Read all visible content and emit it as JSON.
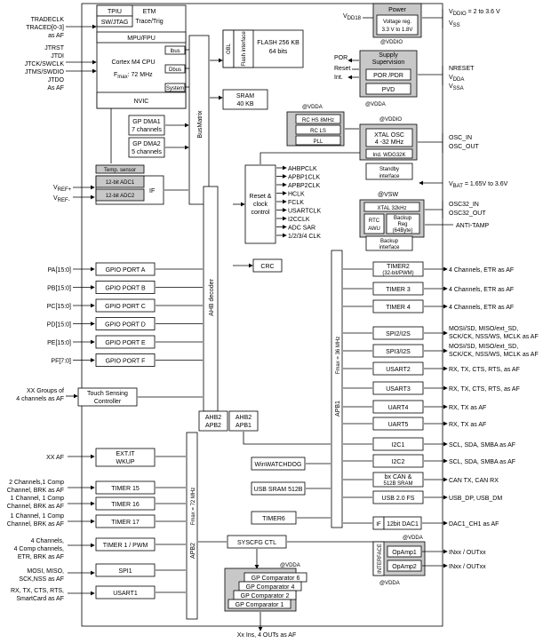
{
  "left_signals": {
    "tradeclk": "TRADECLK",
    "traced": "TRACED[0-3]",
    "as_af_1": "as AF",
    "jtrst": "JTRST",
    "jtdi": "JTDI",
    "jtck": "JTCK/SWCLK",
    "jtms": "JTMS/SWDIO",
    "jtdo": "JTDO",
    "as_af_2": "As AF",
    "vref_plus": "V",
    "vref_plus_sub": "REF+",
    "vref_minus": "V",
    "vref_minus_sub": "REF-",
    "pa": "PA[15:0]",
    "pb": "PB[15:0]",
    "pc": "PC[15:0]",
    "pd": "PD[15:0]",
    "pe": "PE[15:0]",
    "pf": "PF[7:0]",
    "touch_1": "XX Groups of",
    "touch_2": "4 channels as AF",
    "xx_af": "XX AF",
    "t15_1": "2 Channels,1 Comp",
    "t15_2": "Channel, BRK as AF",
    "t16_1": "1 Channel, 1 Comp",
    "t16_2": "Channel, BRK as AF",
    "t17_1": "1 Channel, 1 Comp",
    "t17_2": "Channel, BRK as AF",
    "t1_1": "4 Channels,",
    "t1_2": "4 Comp channels,",
    "t1_3": "ETR, BRK as AF",
    "spi1_1": "MOSI, MISO,",
    "spi1_2": "SCK,NSS as AF",
    "usart1_1": "RX, TX, CTS, RTS,",
    "usart1_2": "SmartCard as AF"
  },
  "core": {
    "tpiu": "TPIU",
    "etm": "ETM",
    "swjtag": "SW/JTAG",
    "trace_trig": "Trace/Trig",
    "mpu": "MPU/FPU",
    "cpu": "Cortex M4 CPU",
    "fmax_label": "F",
    "fmax_sub": "max",
    "fmax_value": ": 72 MHz",
    "nvic": "NVIC",
    "ibus": "Ibus",
    "dbus": "Dbus",
    "system": "System",
    "busmatrix": "BusMatrix",
    "obl": "OBL",
    "flash_if": "Flash interface",
    "flash": "FLASH 256 KB",
    "flash_bits": "64 bits",
    "sram": "SRAM",
    "sram_size": "40 KB"
  },
  "dma": {
    "dma1": "GP DMA1",
    "dma1_ch": "7 channels",
    "dma2": "GP DMA2",
    "dma2_ch": "5 channels"
  },
  "adc": {
    "temp": "Temp. sensor",
    "adc1": "12-bit ADC1",
    "adc2": "12-bit ADC2",
    "if": "IF"
  },
  "gpio": [
    "GPIO PORT A",
    "GPIO PORT B",
    "GPIO PORT C",
    "GPIO PORT D",
    "GPIO PORT E",
    "GPIO PORT F"
  ],
  "ahb_decoder": "AHB decoder",
  "touch": {
    "l1": "Touch Sensing",
    "l2": "Controller"
  },
  "extit": {
    "l1": "EXT.IT",
    "l2": "WKUP"
  },
  "apb2_timers": [
    "TIMER 15",
    "TIMER 16",
    "TIMER 17"
  ],
  "timer1": "TIMER 1 / PWM",
  "spi1": "SPI1",
  "usart1": "USART1",
  "apb2_bus": "APB2",
  "apb2_f": "F",
  "apb2_f_sub": "max",
  "apb2_f_val": " = 72 MHz",
  "bridges": {
    "a1": "AHB2",
    "a2": "APB2",
    "b1": "AHB2",
    "b2": "APB1"
  },
  "clocks": {
    "rc8": "RC HS 8MHz",
    "rcls": "RC LS",
    "pll": "PLL",
    "vdda": "@V",
    "vdda_sub": "DDA",
    "reset_1": "Reset &",
    "reset_2": "clock",
    "reset_3": "control",
    "list": [
      "AHBPCLK",
      "APBP1CLK",
      "APBP2CLK",
      "HCLK",
      "FCLK",
      "USARTCLK",
      "I2CCLK",
      "ADC SAR",
      "1/2/3/4 CLK"
    ]
  },
  "crc": "CRC",
  "power": {
    "title": "Power",
    "vdd18": "V",
    "vdd18_sub": "DD18",
    "reg1": "Voltage reg.",
    "reg2": "3.3 V to 1.8V",
    "vddio_at": "@V",
    "vddio_sub": "DDIO",
    "vddio": "V",
    "vddio_r_sub": "DDIO",
    "vddio_val": " = 2 to 3.6 V",
    "vss": "V",
    "vss_sub": "SS"
  },
  "supervision": {
    "title1": "Supply",
    "title2": "Supervision",
    "por": "POR",
    "reset": "Reset",
    "int": "Int.",
    "porpdr": "POR /PDR",
    "pvd": "PVD",
    "vdda_at": "@V",
    "vdda_sub": "DDA",
    "nreset": "NRESET",
    "vdda": "V",
    "vdda_r_sub": "DDA",
    "vssa": "V",
    "vssa_sub": "SSA"
  },
  "xtal": {
    "at": "@V",
    "at_sub": "DDIO",
    "osc1": "XTAL OSC",
    "osc2": "4 -32 MHz",
    "wdg": "Ind. WDG32K",
    "standby1": "Standby",
    "standby2": "interface",
    "osc_in": "OSC_IN",
    "osc_out": "OSC_OUT"
  },
  "vbat": {
    "label": "V",
    "sub": "BAT",
    "val": " = 1.65V to 3.6V",
    "vsw": "@VSW",
    "xtal32": "XTAL 32kHz",
    "rtc": "RTC",
    "awu": "AWU",
    "backup1": "Backup",
    "backup2": "Reg",
    "backup3": "(64Byte)",
    "bk_if1": "Backup",
    "bk_if2": "interface",
    "osc32_in": "OSC32_IN",
    "osc32_out": "OSC32_OUT",
    "anti_tamp": "ANTI-TAMP"
  },
  "apb1_bus": "APB1",
  "apb1_f": "F",
  "apb1_f_sub": "max",
  "apb1_f_val": " = 36 MHz",
  "apb1_periph": [
    {
      "name": "TIMER2",
      "name2": "(32-bit/PWM)",
      "sig": "4 Channels, ETR as AF"
    },
    {
      "name": "TIMER 3",
      "sig": "4 Channels, ETR as AF"
    },
    {
      "name": "TIMER 4",
      "sig": "4 Channels, ETR as AF"
    },
    {
      "name": "SPI2/I2S",
      "sig": "MOSI/SD, MISO/ext_SD,",
      "sig2": "SCK/CK, NSS/WS, MCLK as AF"
    },
    {
      "name": "SPI3/I2S",
      "sig": "MOSI/SD, MISO/ext_SD,",
      "sig2": "SCK/CK, NSS/WS, MCLK as AF"
    },
    {
      "name": "USART2",
      "sig": "RX, TX, CTS, RTS, as AF"
    },
    {
      "name": "USART3",
      "sig": "RX, TX, CTS, RTS, as AF"
    },
    {
      "name": "UART4",
      "sig": "RX, TX as AF"
    },
    {
      "name": "UART5",
      "sig": "RX, TX as AF"
    },
    {
      "name": "I2C1",
      "sig": "SCL, SDA, SMBA as AF"
    },
    {
      "name": "I2C2",
      "sig": "SCL, SDA, SMBA as AF"
    },
    {
      "name": "bx CAN &",
      "name2": "512B SRAM",
      "sig": "CAN TX, CAN RX"
    },
    {
      "name": "USB 2.0 FS",
      "sig": "USB_DP, USB_DM"
    }
  ],
  "dac": {
    "if": "IF",
    "name": "12bit DAC1",
    "sig": "DAC1_CH1 as AF"
  },
  "winwdg": "WinWATCHDOG",
  "usbsram": "USB SRAM 512B",
  "timer6": "TIMER6",
  "syscfg": "SYSCFG CTL",
  "comparators": {
    "at": "@V",
    "at_sub": "DDA",
    "list": [
      "GP Comparator 6",
      "GP Comparator 4",
      "GP Comparator 2",
      "GP Comparator 1"
    ],
    "bottom": "Xx Ins, 4 OUTs as AF"
  },
  "opamp": {
    "at": "@V",
    "at_sub": "DDA",
    "interface": "INTERFACE",
    "op1": "OpAmp1",
    "op2": "OpAmp2",
    "at2": "@V",
    "at2_sub": "DDA",
    "sig1": "INxx / OUTxx",
    "sig2": "INxx / OUTxx"
  }
}
